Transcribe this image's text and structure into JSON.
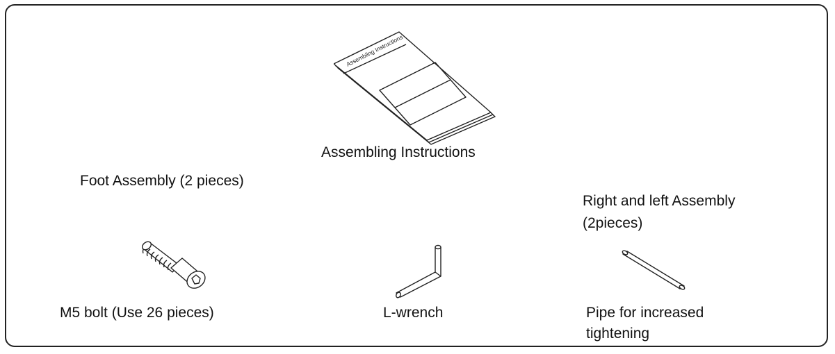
{
  "labels": {
    "assembling_instructions": "Assembling Instructions",
    "foot_assembly": "Foot Assembly (2 pieces)",
    "right_left_assembly_line1": "Right and left Assembly",
    "right_left_assembly_line2": "(2pieces)",
    "m5_bolt": "M5 bolt (Use 26 pieces)",
    "l_wrench": "L-wrench",
    "pipe_line1": "Pipe for increased",
    "pipe_line2": "tightening"
  },
  "booklet": {
    "cover_text": "Assembling Instructions"
  },
  "colors": {
    "line": "#222222",
    "background": "#ffffff"
  }
}
